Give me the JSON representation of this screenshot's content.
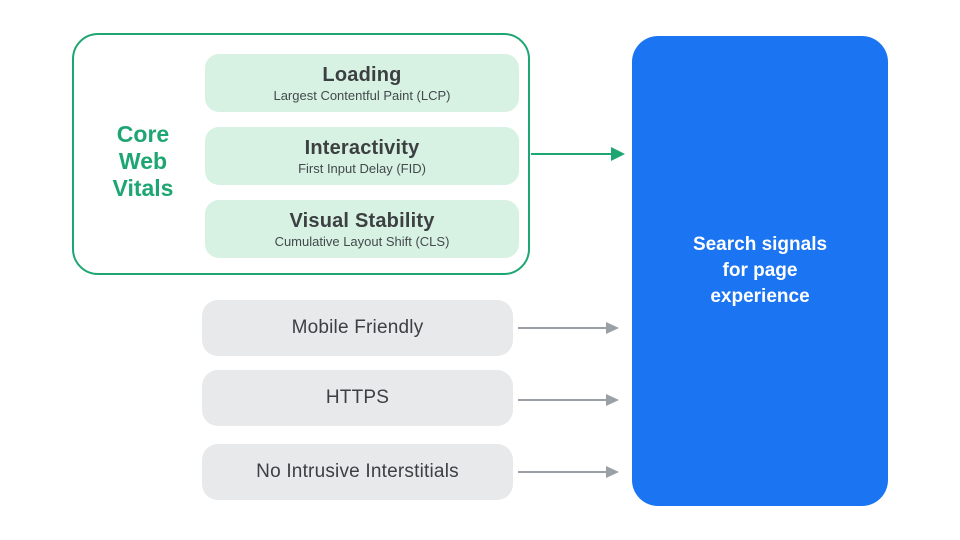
{
  "cwv": {
    "label": "Core Web Vitals",
    "items": [
      {
        "title": "Loading",
        "subtitle": "Largest Contentful Paint (LCP)"
      },
      {
        "title": "Interactivity",
        "subtitle": "First Input Delay (FID)"
      },
      {
        "title": "Visual Stability",
        "subtitle": "Cumulative Layout Shift (CLS)"
      }
    ]
  },
  "other_signals": [
    {
      "label": "Mobile Friendly"
    },
    {
      "label": "HTTPS"
    },
    {
      "label": "No Intrusive Interstitials"
    }
  ],
  "result": {
    "label": "Search signals for page experience"
  },
  "colors": {
    "accent-green": "#1EA672",
    "mint": "#D7F2E3",
    "panel-blue": "#1B74F2",
    "card-gray": "#E8E9EA",
    "arrow-gray": "#9AA0A6",
    "title-text": "#3C4043",
    "subtitle-text": "#44494D"
  }
}
